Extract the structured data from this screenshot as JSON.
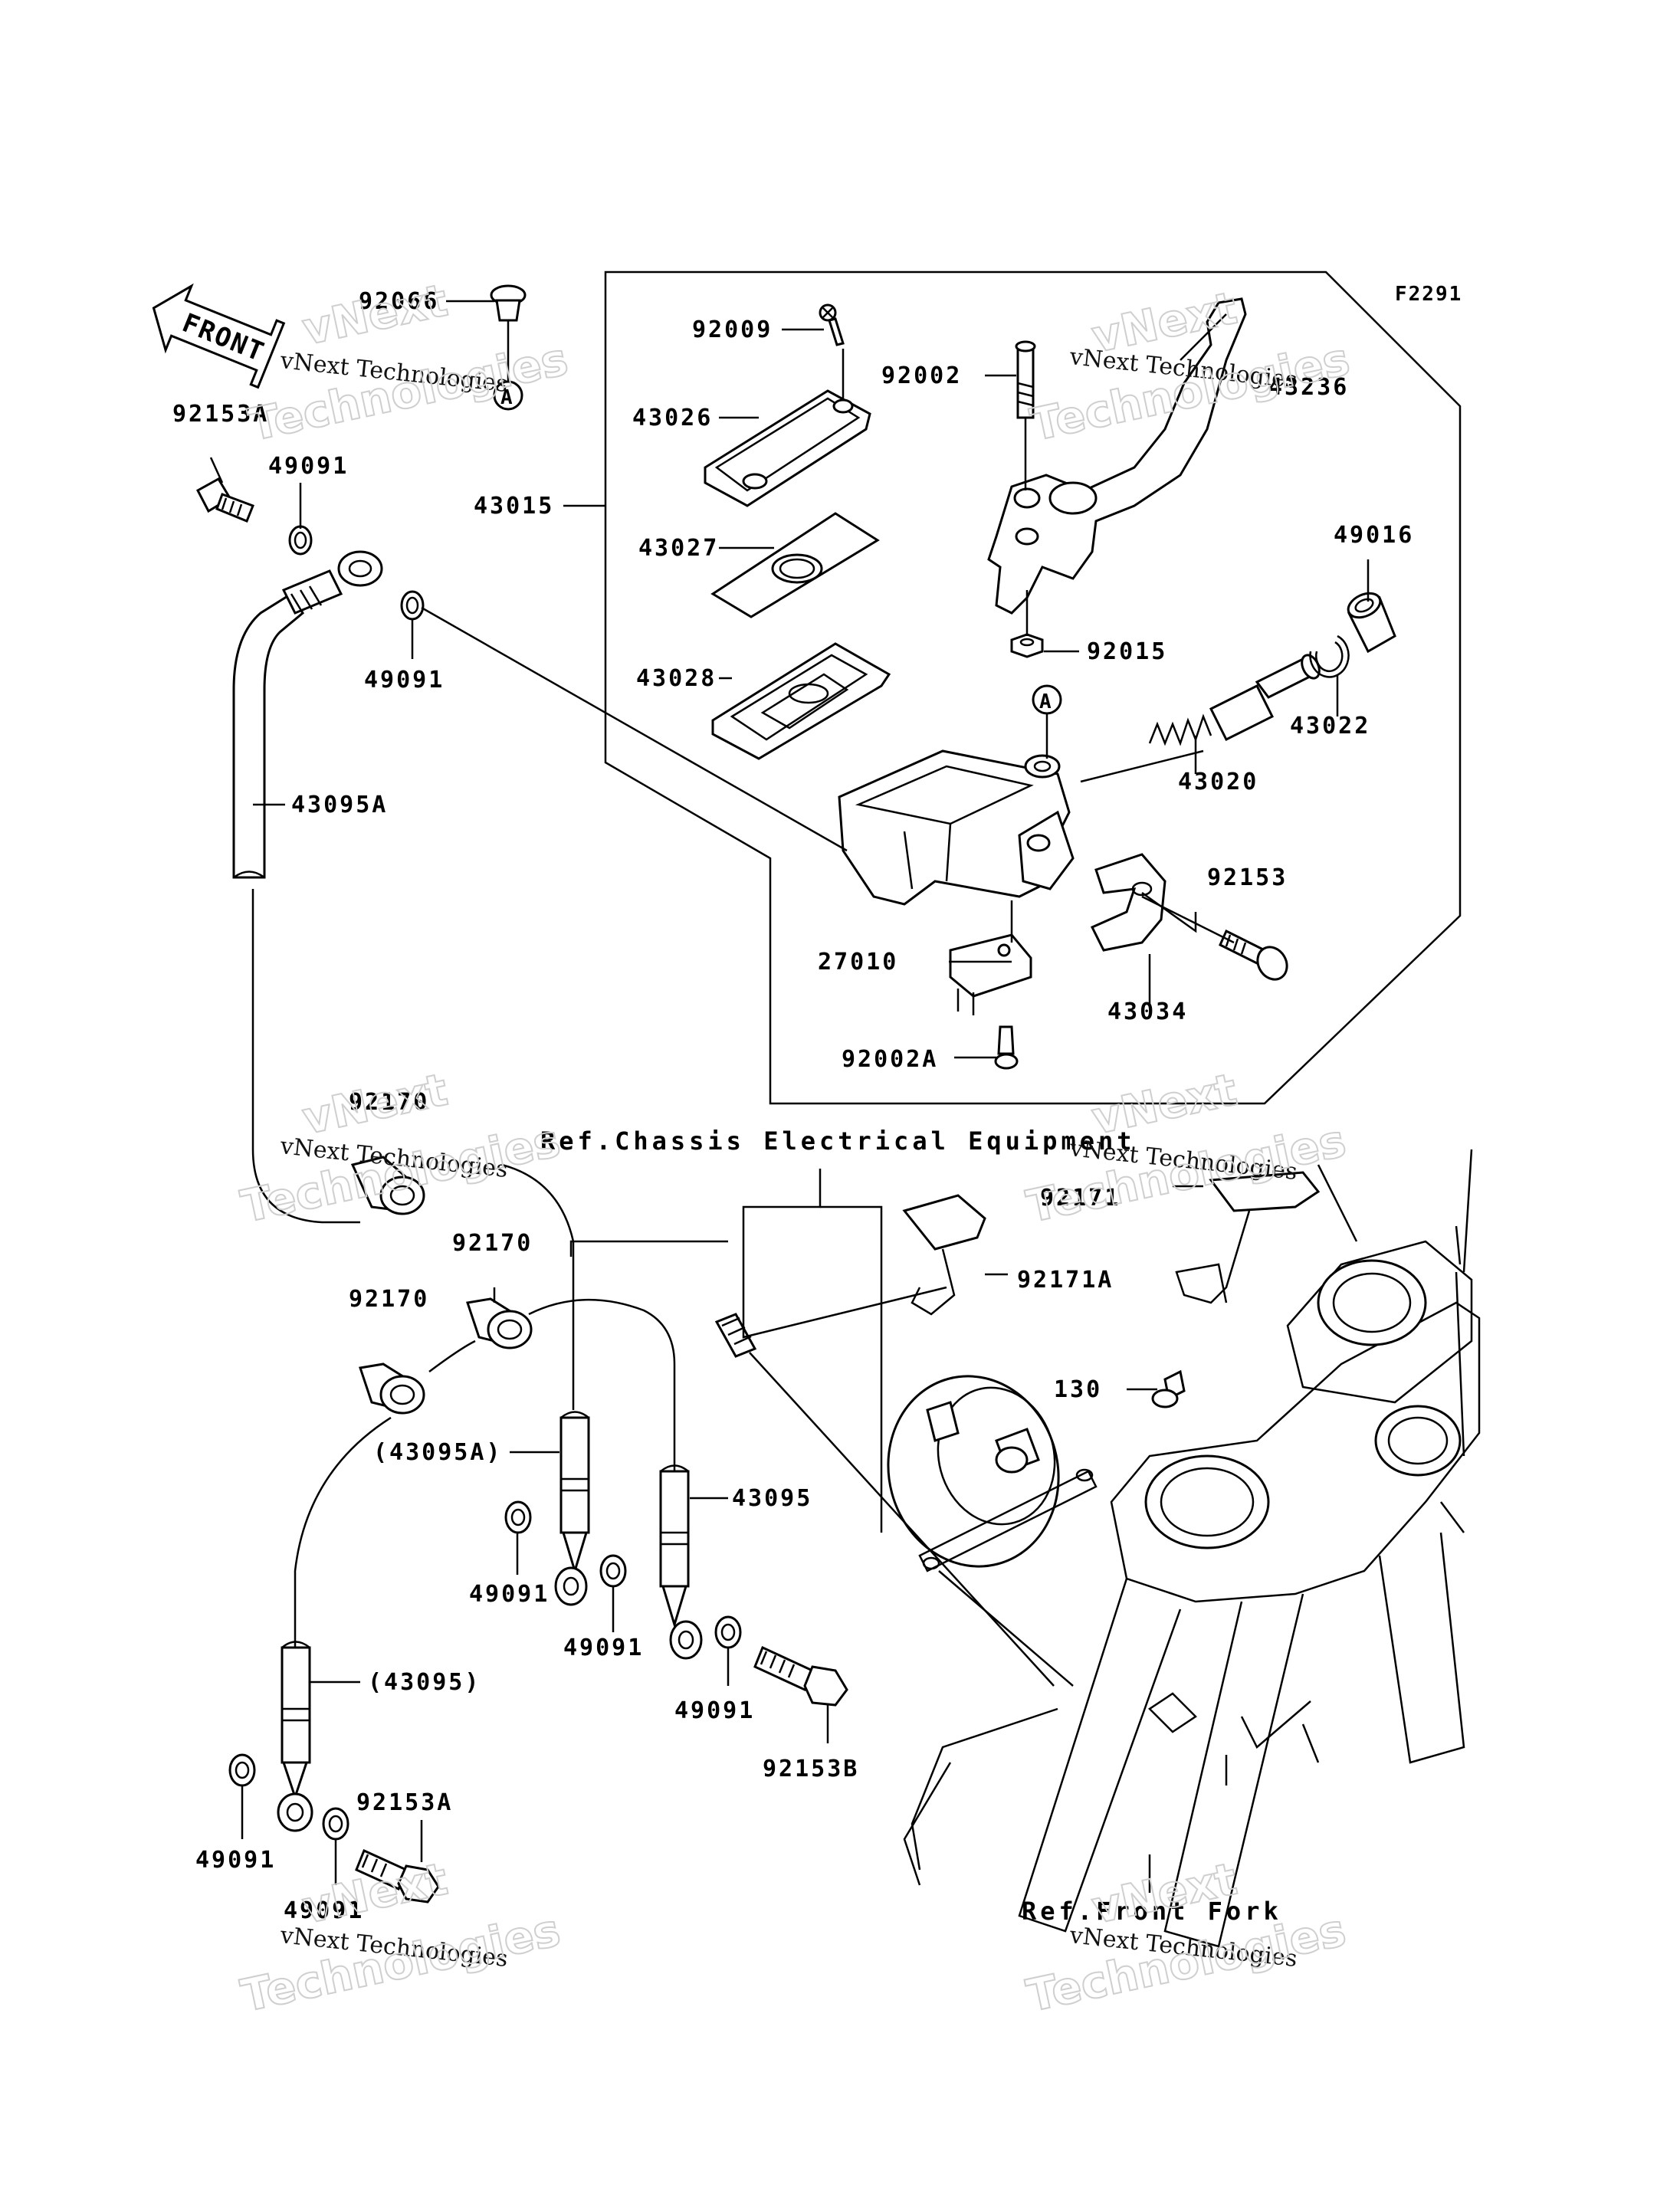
{
  "figure_code": "F2291",
  "front_arrow_label": "FRONT",
  "ref_chassis": "Ref.Chassis Electrical Equipment",
  "ref_front_fork": "Ref.Front Fork",
  "watermark": {
    "line1": "vNext Technologies",
    "line2": "vNext",
    "line3": "Technologies"
  },
  "callout_a": "A",
  "parts": [
    {
      "id": "p92066",
      "text": "92066"
    },
    {
      "id": "p92153A_top",
      "text": "92153A"
    },
    {
      "id": "p49091_a",
      "text": "49091"
    },
    {
      "id": "p49091_b",
      "text": "49091"
    },
    {
      "id": "p43095A",
      "text": "43095A"
    },
    {
      "id": "p92009",
      "text": "92009"
    },
    {
      "id": "p43026",
      "text": "43026"
    },
    {
      "id": "p43015",
      "text": "43015"
    },
    {
      "id": "p43027",
      "text": "43027"
    },
    {
      "id": "p43028",
      "text": "43028"
    },
    {
      "id": "p92002",
      "text": "92002"
    },
    {
      "id": "p43236",
      "text": "43236"
    },
    {
      "id": "p49016",
      "text": "49016"
    },
    {
      "id": "p92015",
      "text": "92015"
    },
    {
      "id": "p43022",
      "text": "43022"
    },
    {
      "id": "p43020",
      "text": "43020"
    },
    {
      "id": "p92153",
      "text": "92153"
    },
    {
      "id": "p27010",
      "text": "27010"
    },
    {
      "id": "p43034",
      "text": "43034"
    },
    {
      "id": "p92002A",
      "text": "92002A"
    },
    {
      "id": "p92170_a",
      "text": "92170"
    },
    {
      "id": "p92170_b",
      "text": "92170"
    },
    {
      "id": "p92170_c",
      "text": "92170"
    },
    {
      "id": "p92171",
      "text": "92171"
    },
    {
      "id": "p92171A",
      "text": "92171A"
    },
    {
      "id": "p130",
      "text": "130"
    },
    {
      "id": "p43095A_paren",
      "text": "(43095A)"
    },
    {
      "id": "p43095",
      "text": "43095"
    },
    {
      "id": "p49091_c",
      "text": "49091"
    },
    {
      "id": "p49091_d",
      "text": "49091"
    },
    {
      "id": "p49091_e",
      "text": "49091"
    },
    {
      "id": "p92153B",
      "text": "92153B"
    },
    {
      "id": "p43095_paren",
      "text": "(43095)"
    },
    {
      "id": "p92153A_bot",
      "text": "92153A"
    },
    {
      "id": "p49091_f",
      "text": "49091"
    },
    {
      "id": "p49091_g",
      "text": "49091"
    }
  ]
}
